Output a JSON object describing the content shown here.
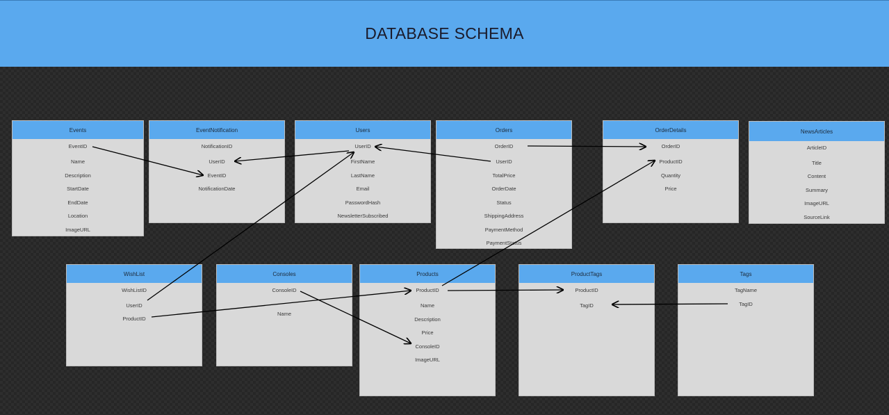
{
  "header": {
    "title": "DATABASE SCHEMA"
  },
  "tables": {
    "events": {
      "name": "Events",
      "fields": [
        "EventID",
        "Name",
        "Description",
        "StartDate",
        "EndDate",
        "Location",
        "ImageURL"
      ]
    },
    "eventnotification": {
      "name": "EventNotification",
      "fields": [
        "NotificationID",
        "UserID",
        "EventID",
        "NotificationDate"
      ]
    },
    "users": {
      "name": "Users",
      "fields": [
        "UserID",
        "FirstName",
        "LastName",
        "Email",
        "PasswordHash",
        "NewsletterSubscribed"
      ]
    },
    "orders": {
      "name": "Orders",
      "fields": [
        "OrderID",
        "UserID",
        "TotalPrice",
        "OrderDate",
        "Status",
        "ShippingAddress",
        "PaymentMethod",
        "PaymentStatus"
      ]
    },
    "orderdetails": {
      "name": "OrderDetails",
      "fields": [
        "OrderID",
        "ProductID",
        "Quantity",
        "Price"
      ]
    },
    "newsarticles": {
      "name": "NewsArticles",
      "fields": [
        "ArticleID",
        "Title",
        "Content",
        "Summary",
        "ImageURL",
        "SourceLink"
      ]
    },
    "wishlist": {
      "name": "WishList",
      "fields": [
        "WishListID",
        "UserID",
        "ProductID"
      ]
    },
    "consoles": {
      "name": "Consoles",
      "fields": [
        "ConsoleID",
        "Name"
      ]
    },
    "products": {
      "name": "Products",
      "fields": [
        "ProductID",
        "Name",
        "Description",
        "Price",
        "ConsoleID",
        "ImageURL"
      ]
    },
    "producttags": {
      "name": "ProductTags",
      "fields": [
        "ProductID",
        "TagID"
      ]
    },
    "tags": {
      "name": "Tags",
      "fields": [
        "TagName",
        "TagID"
      ]
    }
  }
}
